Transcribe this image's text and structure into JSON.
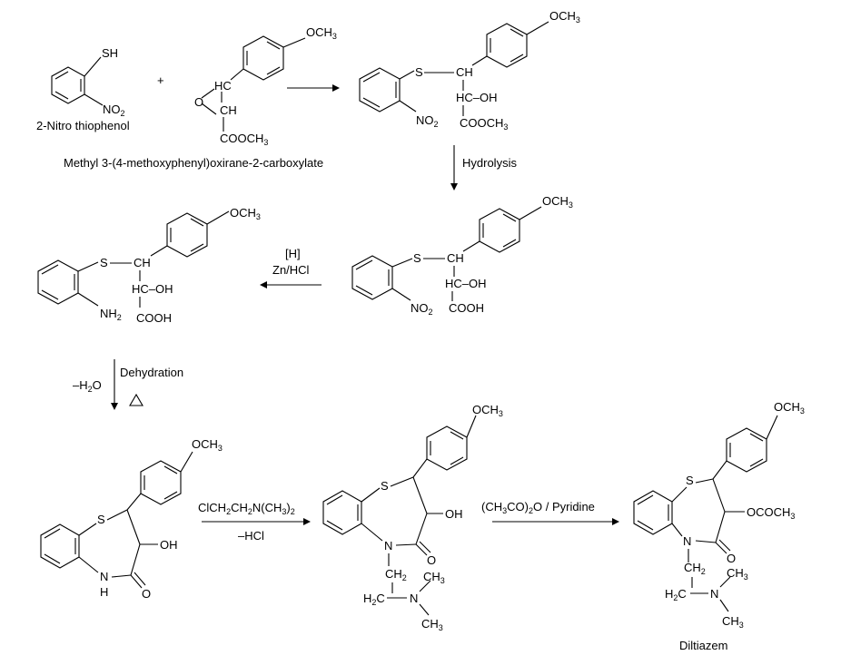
{
  "captions": {
    "nitrothiophenol": "2-Nitro thiophenol",
    "epoxide": "Methyl 3-(4-methoxyphenyl)oxirane-2-carboxylate",
    "diltiazem": "Diltiazem"
  },
  "plus_sign": "+",
  "reagents": {
    "hydrolysis": "Hydrolysis",
    "reduction_h": "[H]",
    "reduction_metal": "Zn/HCl",
    "dehydration": "Dehydration",
    "minus_water": "–H",
    "minus_water_o": "O",
    "alkylation_reagent": "ClCH",
    "alkylation_byproduct": "–HCl",
    "acetylation_reagent": "(CH",
    "acetylation_base": "/ Pyridine"
  },
  "atoms": {
    "sh": "SH",
    "no2": "NO",
    "och3": "OCH",
    "o": "O",
    "hc": "HC",
    "ch": "CH",
    "cooch3": "COOCH",
    "s": "S",
    "hc_oh": "HC–OH",
    "cooh": "COOH",
    "nh2": "NH",
    "oh": "OH",
    "n": "N",
    "h": "H",
    "ch2": "CH",
    "h2c": "H",
    "ch3": "CH",
    "ococh3": "OCOCH"
  }
}
